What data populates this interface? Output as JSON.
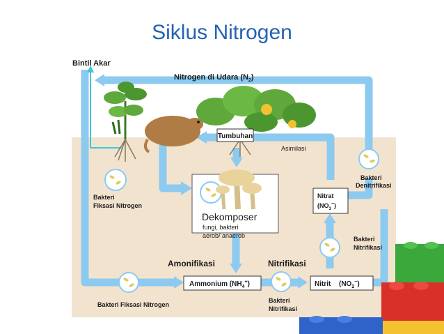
{
  "slide": {
    "title": "Siklus Nitrogen"
  },
  "labels": {
    "bintil_akar": "Bintil Akar",
    "nitrogen_udara_text": "Nitrogen di Udara (N",
    "nitrogen_udara_sub": "2",
    "nitrogen_udara_close": ")",
    "tumbuhan": "Tumbuhan",
    "asimilasi": "Asimilasi",
    "bakteri_denitrifikasi_1": "Bakteri",
    "bakteri_denitrifikasi_2": "Denitrifikasi",
    "bakteri_fiksasi_1": "Bakteri",
    "bakteri_fiksasi_2": "Fiksasi Nitrogen",
    "dekomposer_title": "Dekomposer",
    "dekomposer_line1": "fungi, bakteri",
    "dekomposer_line2": "aerob/ anaerob",
    "nitrat_1": "Nitrat",
    "nitrat_2": "(NO",
    "nitrat_sub": "3",
    "nitrat_sup": "−",
    "nitrat_close": ")",
    "bakteri_nitrifikasi_right_1": "Bakteri",
    "bakteri_nitrifikasi_right_2": "Nitrifikasi",
    "amonifikasi": "Amonifikasi",
    "nitrifikasi": "Nitrifikasi",
    "ammonium_text": "Ammonium (NH",
    "ammonium_sub": "4",
    "ammonium_sup": "+",
    "ammonium_close": ")",
    "nitrit_text": "Nitrit",
    "nitrit_formula": "(NO",
    "nitrit_sub": "2",
    "nitrit_sup": "−",
    "nitrit_close": ")",
    "bakteri_fiksasi_bottom": "Bakteri Fiksasi Nitrogen",
    "bakteri_nitrifikasi_bottom_1": "Bakteri",
    "bakteri_nitrifikasi_bottom_2": "Nitrifikasi"
  },
  "colors": {
    "title": "#2462b3",
    "arrow": "#8ccaf0",
    "soil": "#f2e3cf",
    "sky": "#ffffff",
    "plant_green": "#5fa83c",
    "fungi": "#e8d39a",
    "lego_green": "#3aa83a",
    "lego_red": "#d9302a",
    "lego_blue": "#2f63c9",
    "lego_yellow": "#f2c230"
  }
}
